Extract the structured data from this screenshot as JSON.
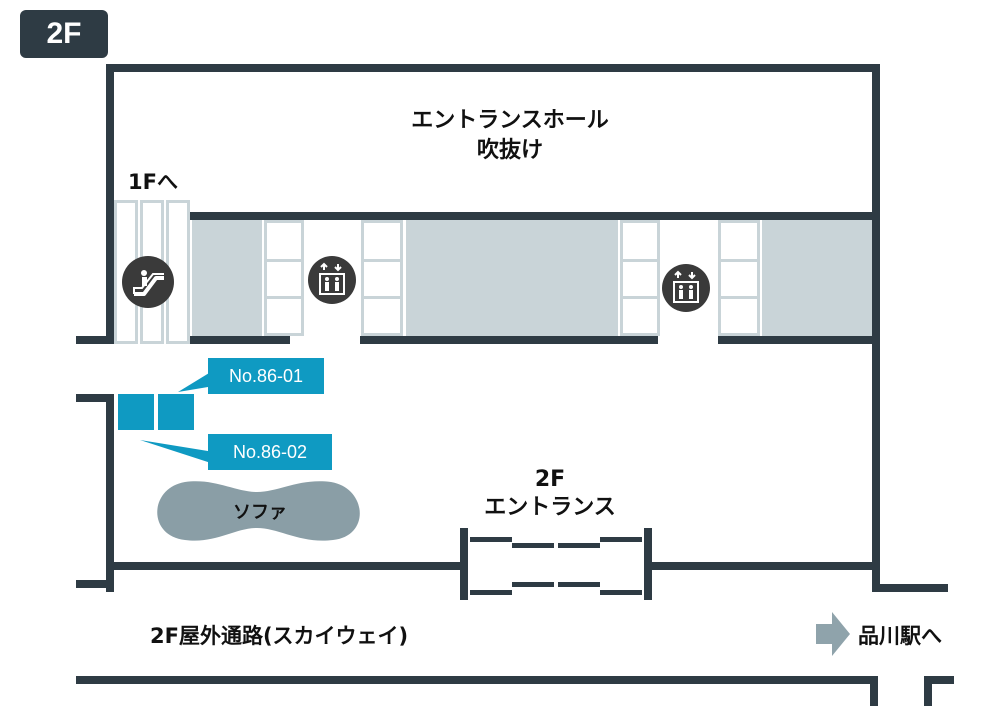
{
  "floor_badge": "2F",
  "entrance_hall": {
    "line1": "エントランスホール",
    "line2": "吹抜け"
  },
  "to_1f": "1Fへ",
  "booths": [
    {
      "label": "No.86-01"
    },
    {
      "label": "No.86-02"
    }
  ],
  "sofa": "ソファ",
  "entrance_2f": {
    "line1": "2F",
    "line2": "エントランス"
  },
  "skyway": "2F屋外通路(スカイウェイ)",
  "to_station": "品川駅へ",
  "icons": [
    "escalator-icon",
    "elevator-icon",
    "elevator-icon"
  ],
  "colors": {
    "wall": "#2e3b44",
    "booth": "#0f9ac2",
    "void": "#c9d4d8",
    "sofa": "#8a9ea6"
  }
}
